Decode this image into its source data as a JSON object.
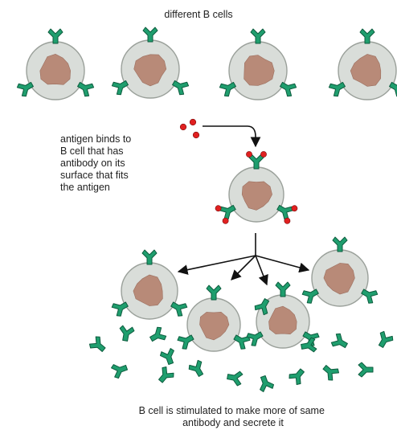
{
  "title": "different B cells",
  "step_label": [
    "antigen binds to",
    "B cell that has",
    "antibody on its",
    "surface that fits",
    "the antigen"
  ],
  "caption": [
    "B cell is stimulated to make more of same",
    "antibody and secrete it"
  ],
  "colors": {
    "antibody": "#1f9e6e",
    "antibody_stroke": "#0d5c3e",
    "antigen": "#e02020",
    "cell_fill": "#d9ddd9",
    "cell_stroke": "#9aa09a",
    "nucleus": "#b88a78",
    "arrow": "#111111"
  },
  "icons": [
    "b-cell",
    "nucleus",
    "antibody-y-shape",
    "antigen-dot",
    "arrow"
  ]
}
